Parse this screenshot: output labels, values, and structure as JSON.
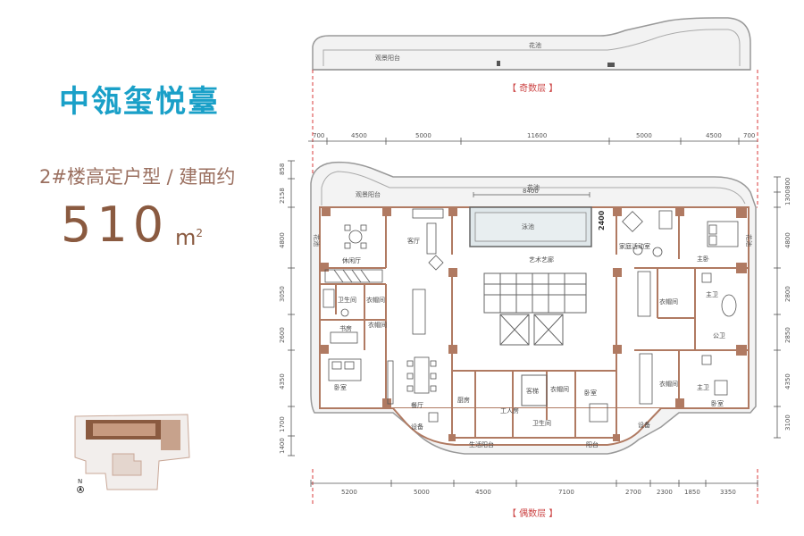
{
  "header": {
    "project_name": "中瓴玺悦臺",
    "unit_type": "2#楼高定户型 / 建面约",
    "area_value": "510",
    "area_unit": "m",
    "area_unit_sup": "2"
  },
  "floors": {
    "odd_label": "【 奇数层 】",
    "even_label": "【 偶数层 】"
  },
  "dims": {
    "top": [
      "700",
      "4500",
      "5000",
      "11600",
      "5000",
      "4500",
      "700"
    ],
    "bottom": [
      "5200",
      "5000",
      "4500",
      "7100",
      "2700",
      "2300",
      "1850",
      "3350"
    ],
    "left": [
      "858",
      "2158",
      "4800",
      "3050",
      "2600",
      "4350",
      "1700",
      "1400"
    ],
    "right": [
      "800",
      "1300",
      "4800",
      "2800",
      "2850",
      "4350",
      "3100"
    ],
    "pool_width": "8400",
    "pool_depth": "2400"
  },
  "rooms": {
    "flower_bed": "花池",
    "balcony_view": "观景阳台",
    "pool": "泳池",
    "leisure": "休闲厅",
    "living": "客厅",
    "family_activity": "家庭活动室",
    "art_corridor": "艺术艺廊",
    "bathroom_left": "卫生间",
    "cloakroom_left": "衣帽间",
    "cloak_small": "衣帽间",
    "study": "书房",
    "bedroom_left": "卧室",
    "dining": "餐厅",
    "kitchen": "厨房",
    "equipment_left": "设备",
    "service_balcony": "生活阳台",
    "maid_room": "工人房",
    "guest_elevator": "客梯",
    "cloak_mid": "衣帽间",
    "bathroom_mid": "卫生间",
    "bedroom_mid": "卧室",
    "balcony_mid": "阳台",
    "master_bedroom": "主卧",
    "cloakroom_right": "衣帽间",
    "master_bath": "主卫",
    "public_bath": "公卫",
    "cloakroom_right2": "衣帽间",
    "bath_right": "主卫",
    "bedroom_right": "卧室",
    "equipment_right": "设备"
  },
  "compass": "N",
  "colors": {
    "accent_title": "#1aa0c8",
    "accent_brown": "#8a5a40",
    "wall": "#b07a62",
    "dashed_red": "#d9383a"
  }
}
